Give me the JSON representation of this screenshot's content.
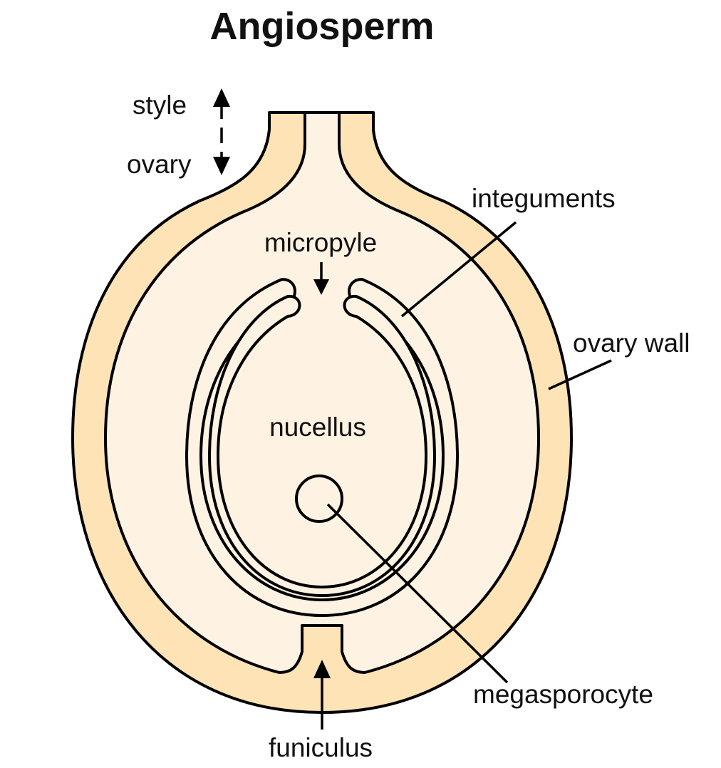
{
  "title": "Angiosperm",
  "labels": {
    "style": "style",
    "ovary": "ovary",
    "integuments": "integuments",
    "micropyle": "micropyle",
    "ovary_wall": "ovary wall",
    "nucellus": "nucellus",
    "megasporocyte": "megasporocyte",
    "funiculus": "funiculus"
  },
  "colors": {
    "ovary_wall_fill": "#fde3b6",
    "ovary_interior_fill": "#fef3e3",
    "outline": "#000000",
    "background": "#ffffff"
  }
}
